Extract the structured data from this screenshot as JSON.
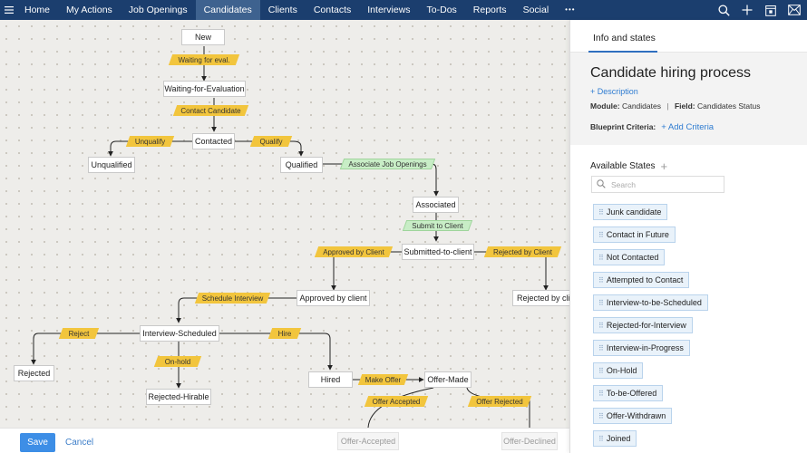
{
  "nav": {
    "items": [
      {
        "label": "Home",
        "active": false
      },
      {
        "label": "My Actions",
        "active": false
      },
      {
        "label": "Job Openings",
        "active": false
      },
      {
        "label": "Candidates",
        "active": true
      },
      {
        "label": "Clients",
        "active": false
      },
      {
        "label": "Contacts",
        "active": false
      },
      {
        "label": "Interviews",
        "active": false
      },
      {
        "label": "To-Dos",
        "active": false
      },
      {
        "label": "Reports",
        "active": false
      },
      {
        "label": "Social",
        "active": false
      }
    ],
    "more": "•••",
    "icons": [
      "search-icon",
      "add-icon",
      "calendar-icon",
      "mail-icon"
    ],
    "colors": {
      "bar": "#1b3e6e",
      "active": "#3e628f"
    }
  },
  "flow": {
    "states": {
      "new": "New",
      "waiting": "Waiting-for-Evaluation",
      "contacted": "Contacted",
      "unqualified": "Unqualified",
      "qualified": "Qualified",
      "associated": "Associated",
      "submitted": "Submitted-to-client",
      "approved": "Approved by client",
      "rejected_by_client": "Rejected by clie",
      "interview_scheduled": "Interview-Scheduled",
      "rejected": "Rejected",
      "rejected_hirable": "Rejected-Hirable",
      "hired": "Hired",
      "offer_made": "Offer-Made",
      "offer_accepted": "Offer-Accepted",
      "offer_declined": "Offer-Declined"
    },
    "transitions": {
      "waiting_for_eval": "Waiting for eval.",
      "contact_candidate": "Contact Candidate",
      "unqualify": "Unqualify",
      "qualify": "Qualify",
      "associate_job_openings": "Associate Job Openings",
      "submit_to_client": "Submit to Client",
      "approved_by_client": "Approved by Client",
      "rejected_by_client": "Rejected by Client",
      "schedule_interview": "Schedule Interview",
      "reject": "Reject",
      "hire": "Hire",
      "on_hold": "On-hold",
      "make_offer": "Make Offer",
      "offer_accepted": "Offer Accepted",
      "offer_rejected": "Offer Rejected"
    },
    "colors": {
      "transition": "#f2c53d",
      "transition_alt": "#c8edc6",
      "canvas": "#eeedea"
    }
  },
  "bottom": {
    "save": "Save",
    "cancel": "Cancel"
  },
  "panel": {
    "tab": "Info and states",
    "title": "Candidate hiring process",
    "description_link": "+ Description",
    "module_label": "Module:",
    "module_value": "Candidates",
    "field_label": "Field:",
    "field_value": "Candidates Status",
    "criteria_label": "Blueprint Criteria:",
    "criteria_link": "+ Add Criteria",
    "available_states_label": "Available States",
    "search_placeholder": "Search",
    "available_states": [
      "Junk candidate",
      "Contact in Future",
      "Not Contacted",
      "Attempted to Contact",
      "Interview-to-be-Scheduled",
      "Rejected-for-Interview",
      "Interview-in-Progress",
      "On-Hold",
      "To-be-Offered",
      "Offer-Withdrawn",
      "Joined"
    ]
  }
}
